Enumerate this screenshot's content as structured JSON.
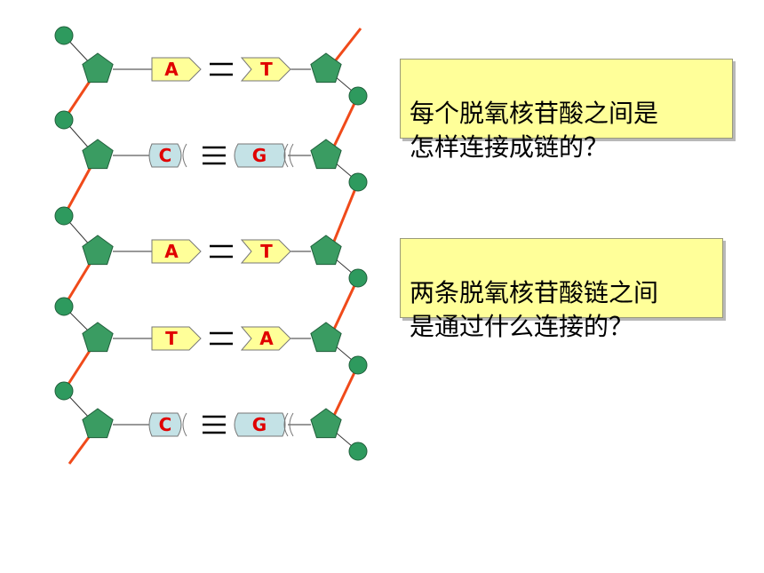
{
  "colors": {
    "phosphate": "#2e9a5e",
    "sugar": "#3a9c62",
    "bond_red": "#f04a1a",
    "purine_fill": "#ffff99",
    "pyrimidine_fill": "#c4e2e6",
    "label": "#e00000",
    "callout_bg": "#ffff99"
  },
  "base_pairs": [
    {
      "left": "A",
      "right": "T",
      "left_shape": "arrow",
      "right_shape": "arrow",
      "bond": "double"
    },
    {
      "left": "C",
      "right": "G",
      "left_shape": "tube",
      "right_shape": "tube",
      "bond": "triple"
    },
    {
      "left": "A",
      "right": "T",
      "left_shape": "arrow",
      "right_shape": "arrow",
      "bond": "double"
    },
    {
      "left": "T",
      "right": "A",
      "left_shape": "arrow",
      "right_shape": "arrow",
      "bond": "double"
    },
    {
      "left": "C",
      "right": "G",
      "left_shape": "tube",
      "right_shape": "tube",
      "bond": "triple"
    }
  ],
  "questions": {
    "q1": "每个脱氧核苷酸之间是\n怎样连接成链的？",
    "q2": "两条脱氧核苷酸链之间\n是通过什么连接的？"
  }
}
